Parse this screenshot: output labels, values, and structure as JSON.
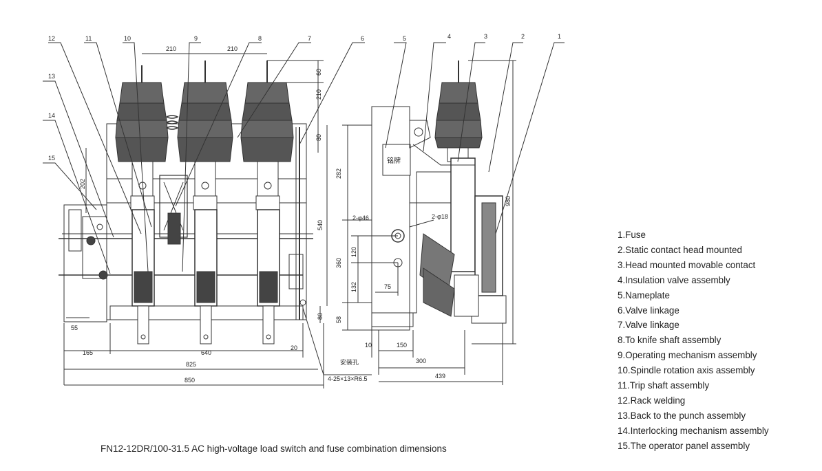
{
  "caption": "FN12-12DR/100-31.5 AC high-voltage load switch and fuse combination dimensions",
  "legend": [
    "1.Fuse",
    "2.Static contact head mounted",
    "3.Head mounted movable contact",
    "4.Insulation valve assembly",
    "5.Nameplate",
    "6.Valve linkage",
    "7.Valve linkage",
    "8.To knife shaft assembly",
    "9.Operating mechanism assembly",
    "10.Spindle rotation axis assembly",
    "11.Trip shaft assembly",
    "12.Rack welding",
    "13.Back to the punch assembly",
    "14.Interlocking mechanism assembly",
    "15.The operator panel assembly"
  ],
  "front_view": {
    "callouts": [
      "12",
      "11",
      "10",
      "9",
      "8",
      "7",
      "6",
      "13",
      "14",
      "15"
    ],
    "dims": {
      "pitch_a": "210",
      "pitch_b": "210",
      "d60": "60",
      "d210": "210",
      "d80_top": "80",
      "d202": "202",
      "d540": "540",
      "d80_bot": "80",
      "d55": "55",
      "d165": "165",
      "d640": "640",
      "d20": "20",
      "d825": "825",
      "d850": "850"
    },
    "mounting_hole_label": "安装孔",
    "mounting_hole_spec": "4-25×13×R6.5"
  },
  "side_view": {
    "callouts": [
      "5",
      "4",
      "3",
      "2",
      "1"
    ],
    "nameplate_text": "铭牌",
    "holes_a": "2-φ46",
    "holes_b": "2-φ18",
    "dims": {
      "d282": "282",
      "d360": "360",
      "d120": "120",
      "d132": "132",
      "d75": "75",
      "d58": "58",
      "d10": "10",
      "d150": "150",
      "d300": "300",
      "d439": "439",
      "d980": "980"
    }
  }
}
